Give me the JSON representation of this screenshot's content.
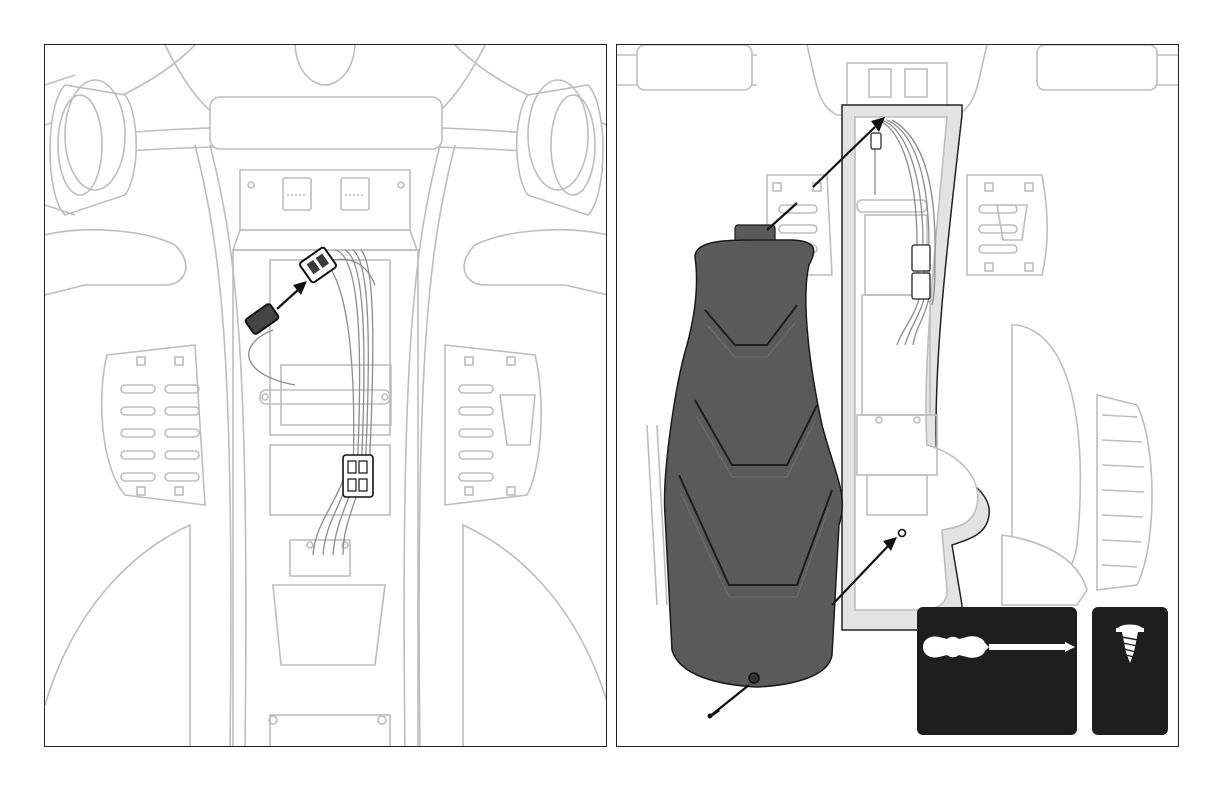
{
  "figure": {
    "panels": [
      {
        "id": "step-connect-wires",
        "content": "wire-connector-plug-in"
      },
      {
        "id": "step-install-seat",
        "content": "seat-placed-and-screwed"
      }
    ],
    "tools": [
      {
        "name": "screwdriver-icon",
        "kind": "phillips-screwdriver"
      },
      {
        "name": "screw-icon",
        "kind": "screw"
      }
    ],
    "colors": {
      "outline": "#222222",
      "drawing_line": "#bdbdbd",
      "seat_fill": "#5a5a5a",
      "tool_box": "#1e1e1e",
      "arrow": "#111111"
    }
  }
}
